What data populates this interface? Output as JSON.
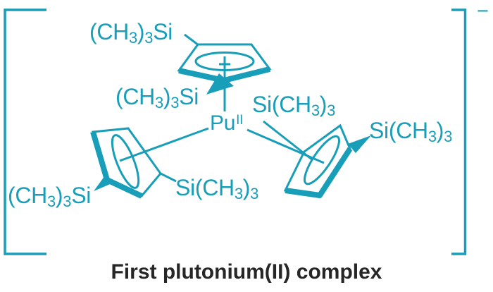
{
  "colors": {
    "structure": "#189EB8",
    "caption_text": "#262626",
    "background": "#FFFFFF"
  },
  "molecule": {
    "metal": {
      "symbol": "Pu",
      "oxidation_state": "II"
    },
    "charge": "−",
    "substituent_left_pattern": {
      "t1": "(CH",
      "sub1": "3",
      "t2": ")",
      "sub2": "3",
      "t3": "Si"
    },
    "substituent_right_pattern": {
      "t1": "Si(CH",
      "sub1": "3",
      "t2": ")",
      "sub2": "3"
    }
  },
  "caption": "First plutonium(II) complex"
}
